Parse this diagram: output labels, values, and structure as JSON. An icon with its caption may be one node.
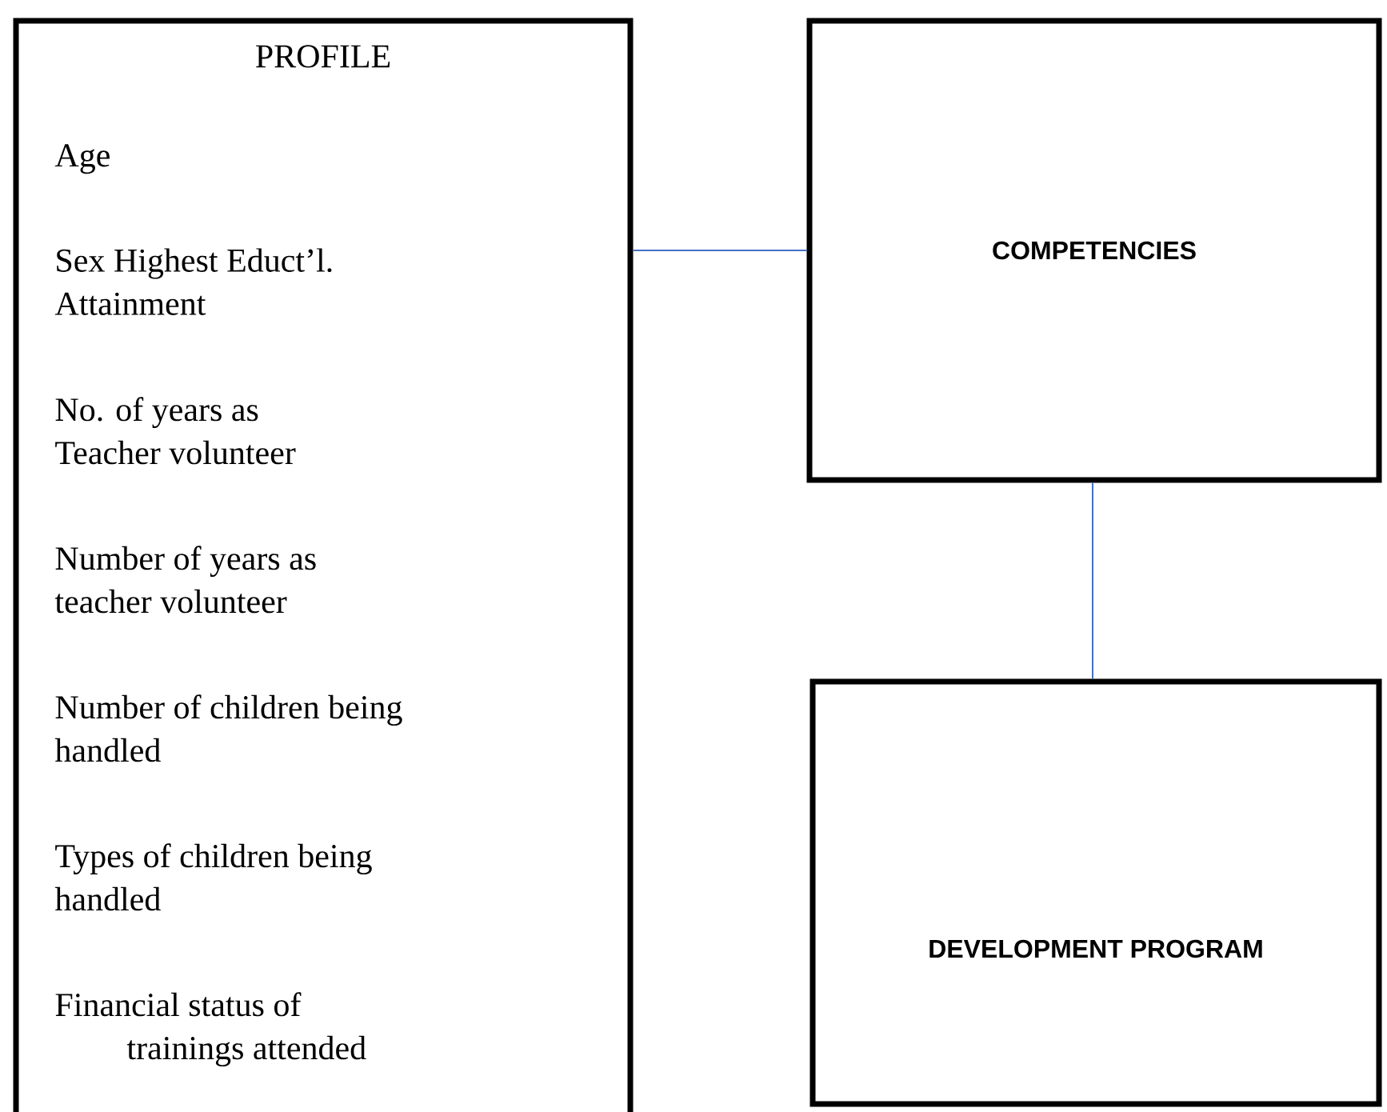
{
  "diagram": {
    "nodes": [
      {
        "text": [
          "PROFILE",
          "Age",
          "Sex Highest Educt’l. Attainment",
          "No. of years as Teacher volunteer",
          "Number of years as teacher volunteer",
          "Number of children being handled",
          "Types of children being handled",
          "Financial status of trainings attended"
        ]
      },
      {
        "text": [
          "COMPETENCIES"
        ]
      },
      {
        "text": [
          "DEVELOPMENT PROGRAM"
        ]
      }
    ],
    "edges": [
      {
        "from": 0,
        "to": 1,
        "arrow": "none"
      },
      {
        "from": 1,
        "to": 2,
        "arrow": "none"
      }
    ]
  }
}
